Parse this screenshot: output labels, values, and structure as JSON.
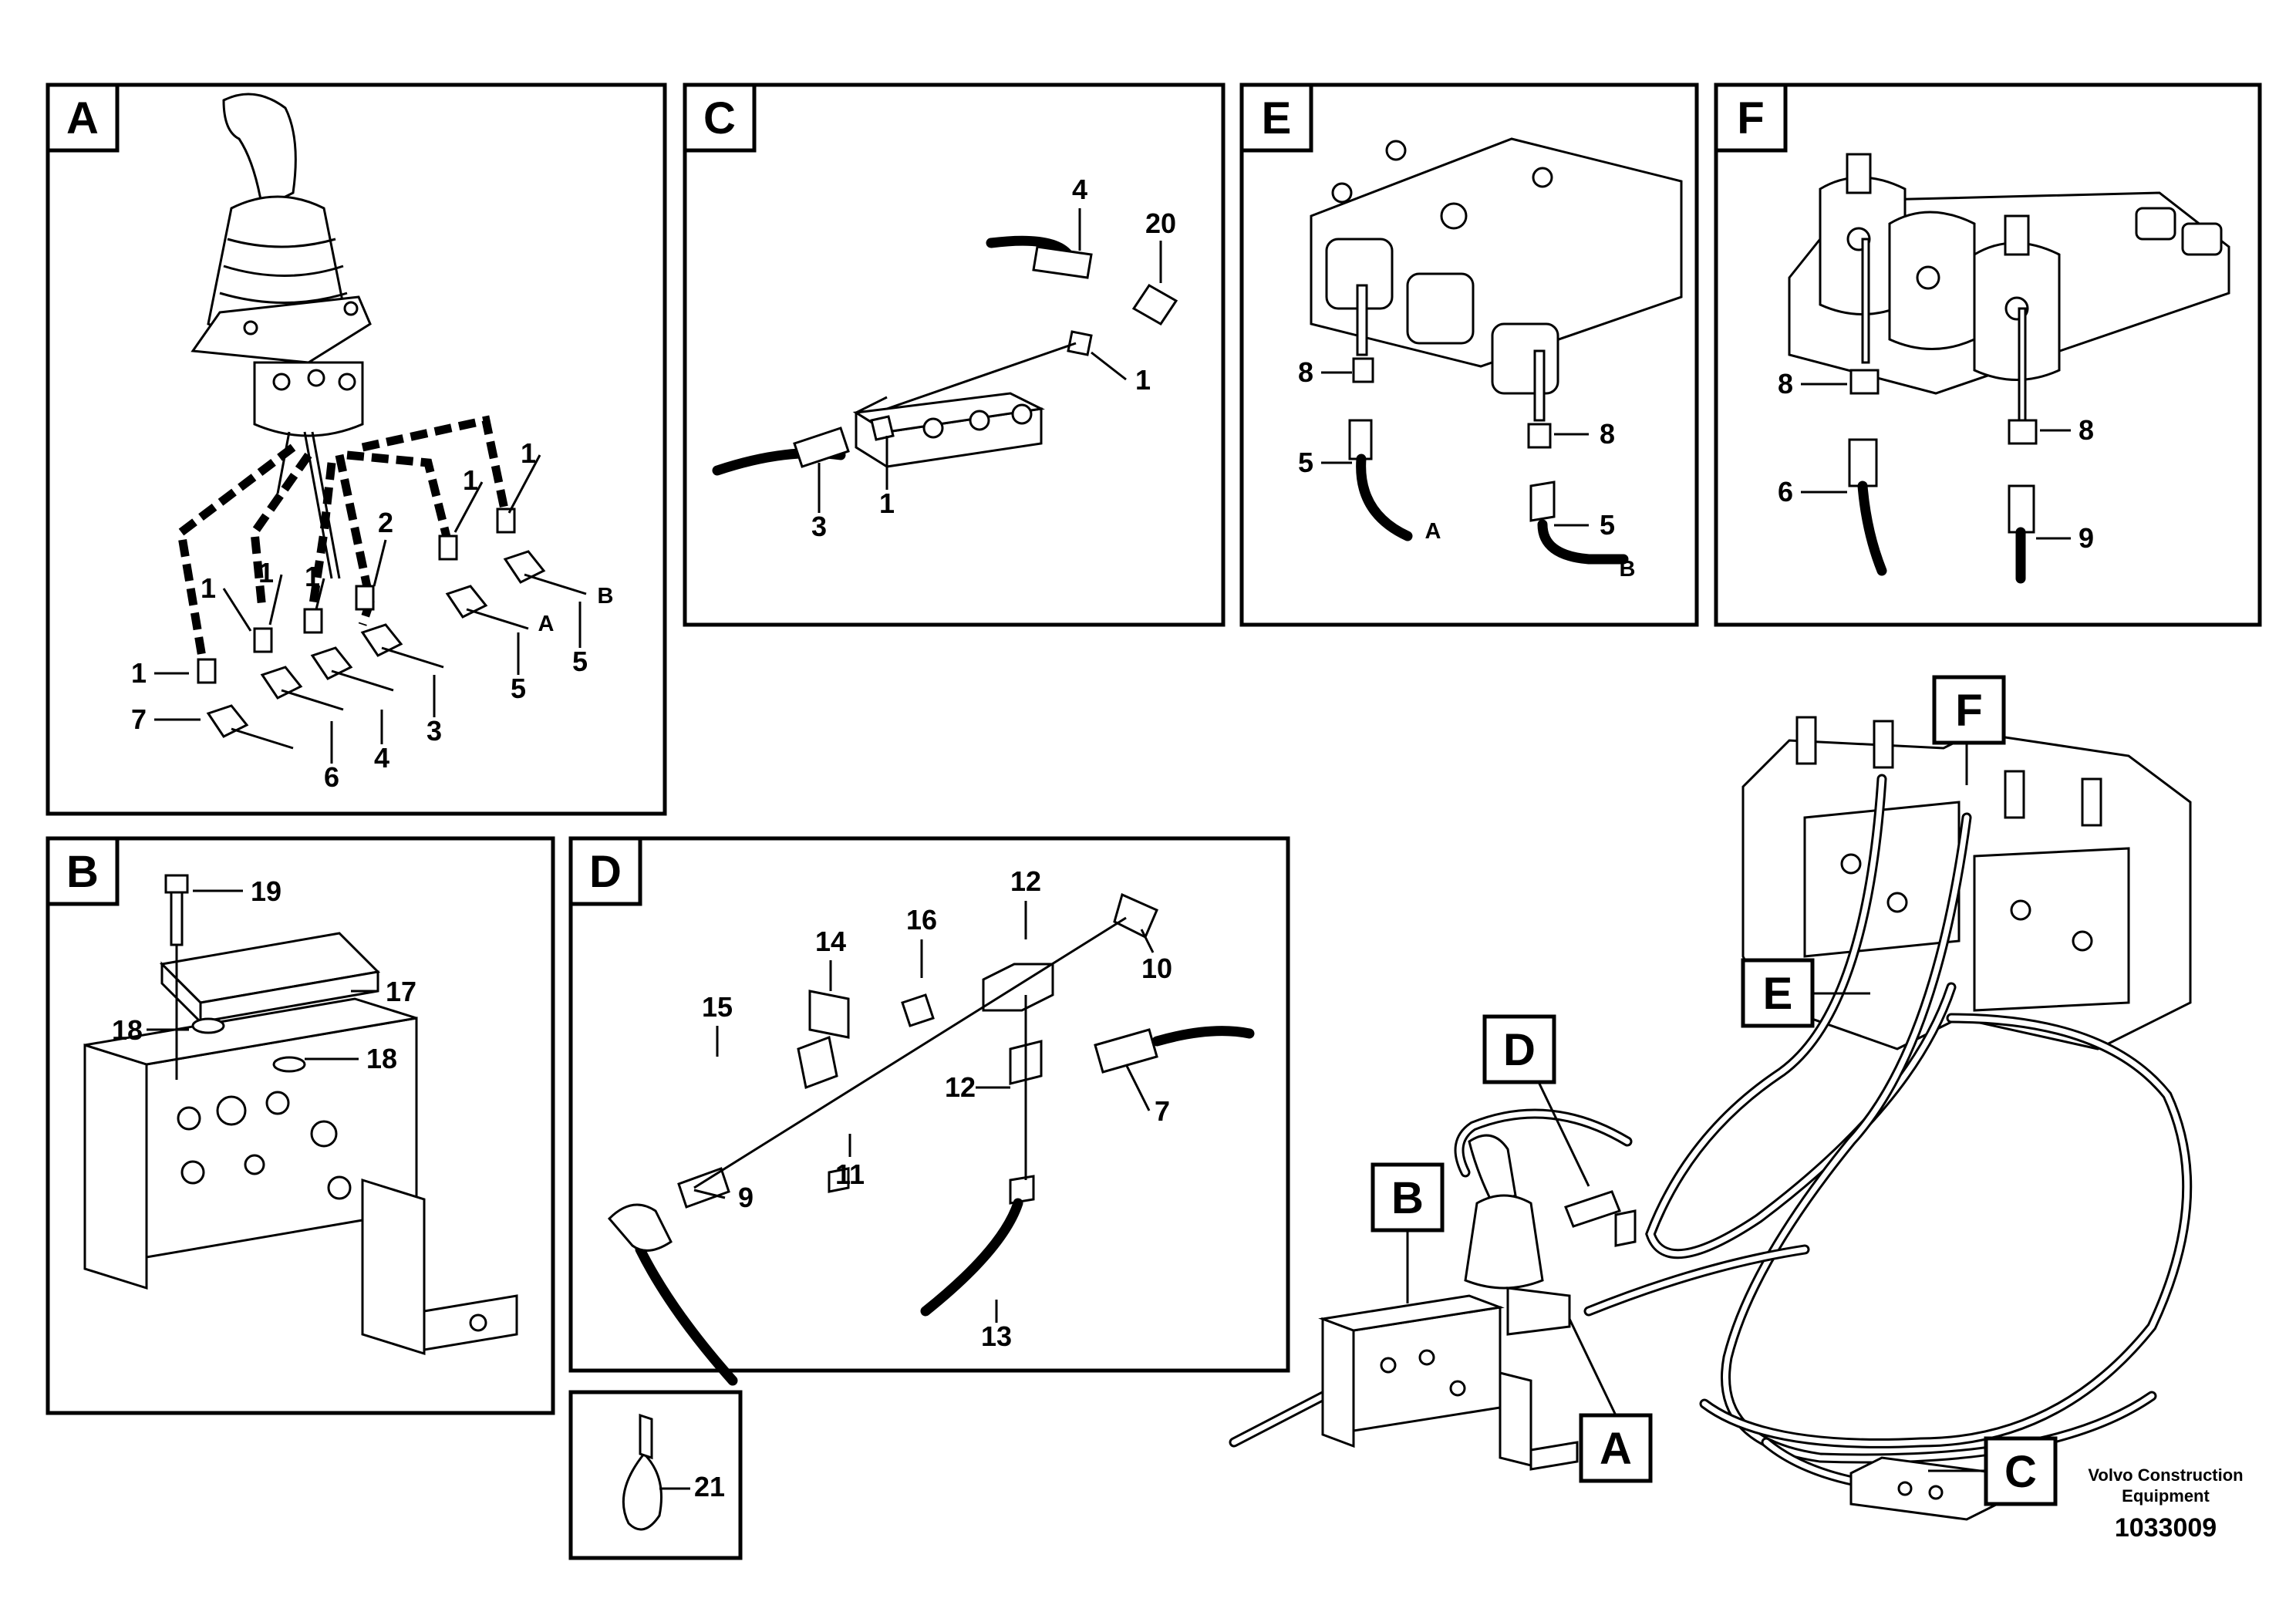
{
  "panels": {
    "A": {
      "tag": "A",
      "callouts": [
        "1",
        "1",
        "1",
        "1",
        "1",
        "1",
        "2",
        "7",
        "6",
        "4",
        "3",
        "5",
        "5"
      ],
      "port_labels": [
        "A",
        "B"
      ]
    },
    "B": {
      "tag": "B",
      "callouts": [
        "19",
        "17",
        "18",
        "18"
      ]
    },
    "C": {
      "tag": "C",
      "callouts": [
        "4",
        "20",
        "1",
        "1",
        "3"
      ]
    },
    "D": {
      "tag": "D",
      "callouts": [
        "14",
        "16",
        "12",
        "10",
        "15",
        "12",
        "7",
        "11",
        "9",
        "13"
      ]
    },
    "E": {
      "tag": "E",
      "callouts": [
        "8",
        "8",
        "5",
        "5"
      ],
      "port_labels": [
        "A",
        "B"
      ]
    },
    "F": {
      "tag": "F",
      "callouts": [
        "8",
        "8",
        "6",
        "9"
      ]
    },
    "clip": {
      "callout": "21"
    },
    "overview": {
      "tags": [
        "F",
        "E",
        "D",
        "B",
        "A",
        "C"
      ]
    }
  },
  "footer": {
    "brand_line1": "Volvo Construction",
    "brand_line2": "Equipment",
    "drawing_number": "1033009"
  }
}
